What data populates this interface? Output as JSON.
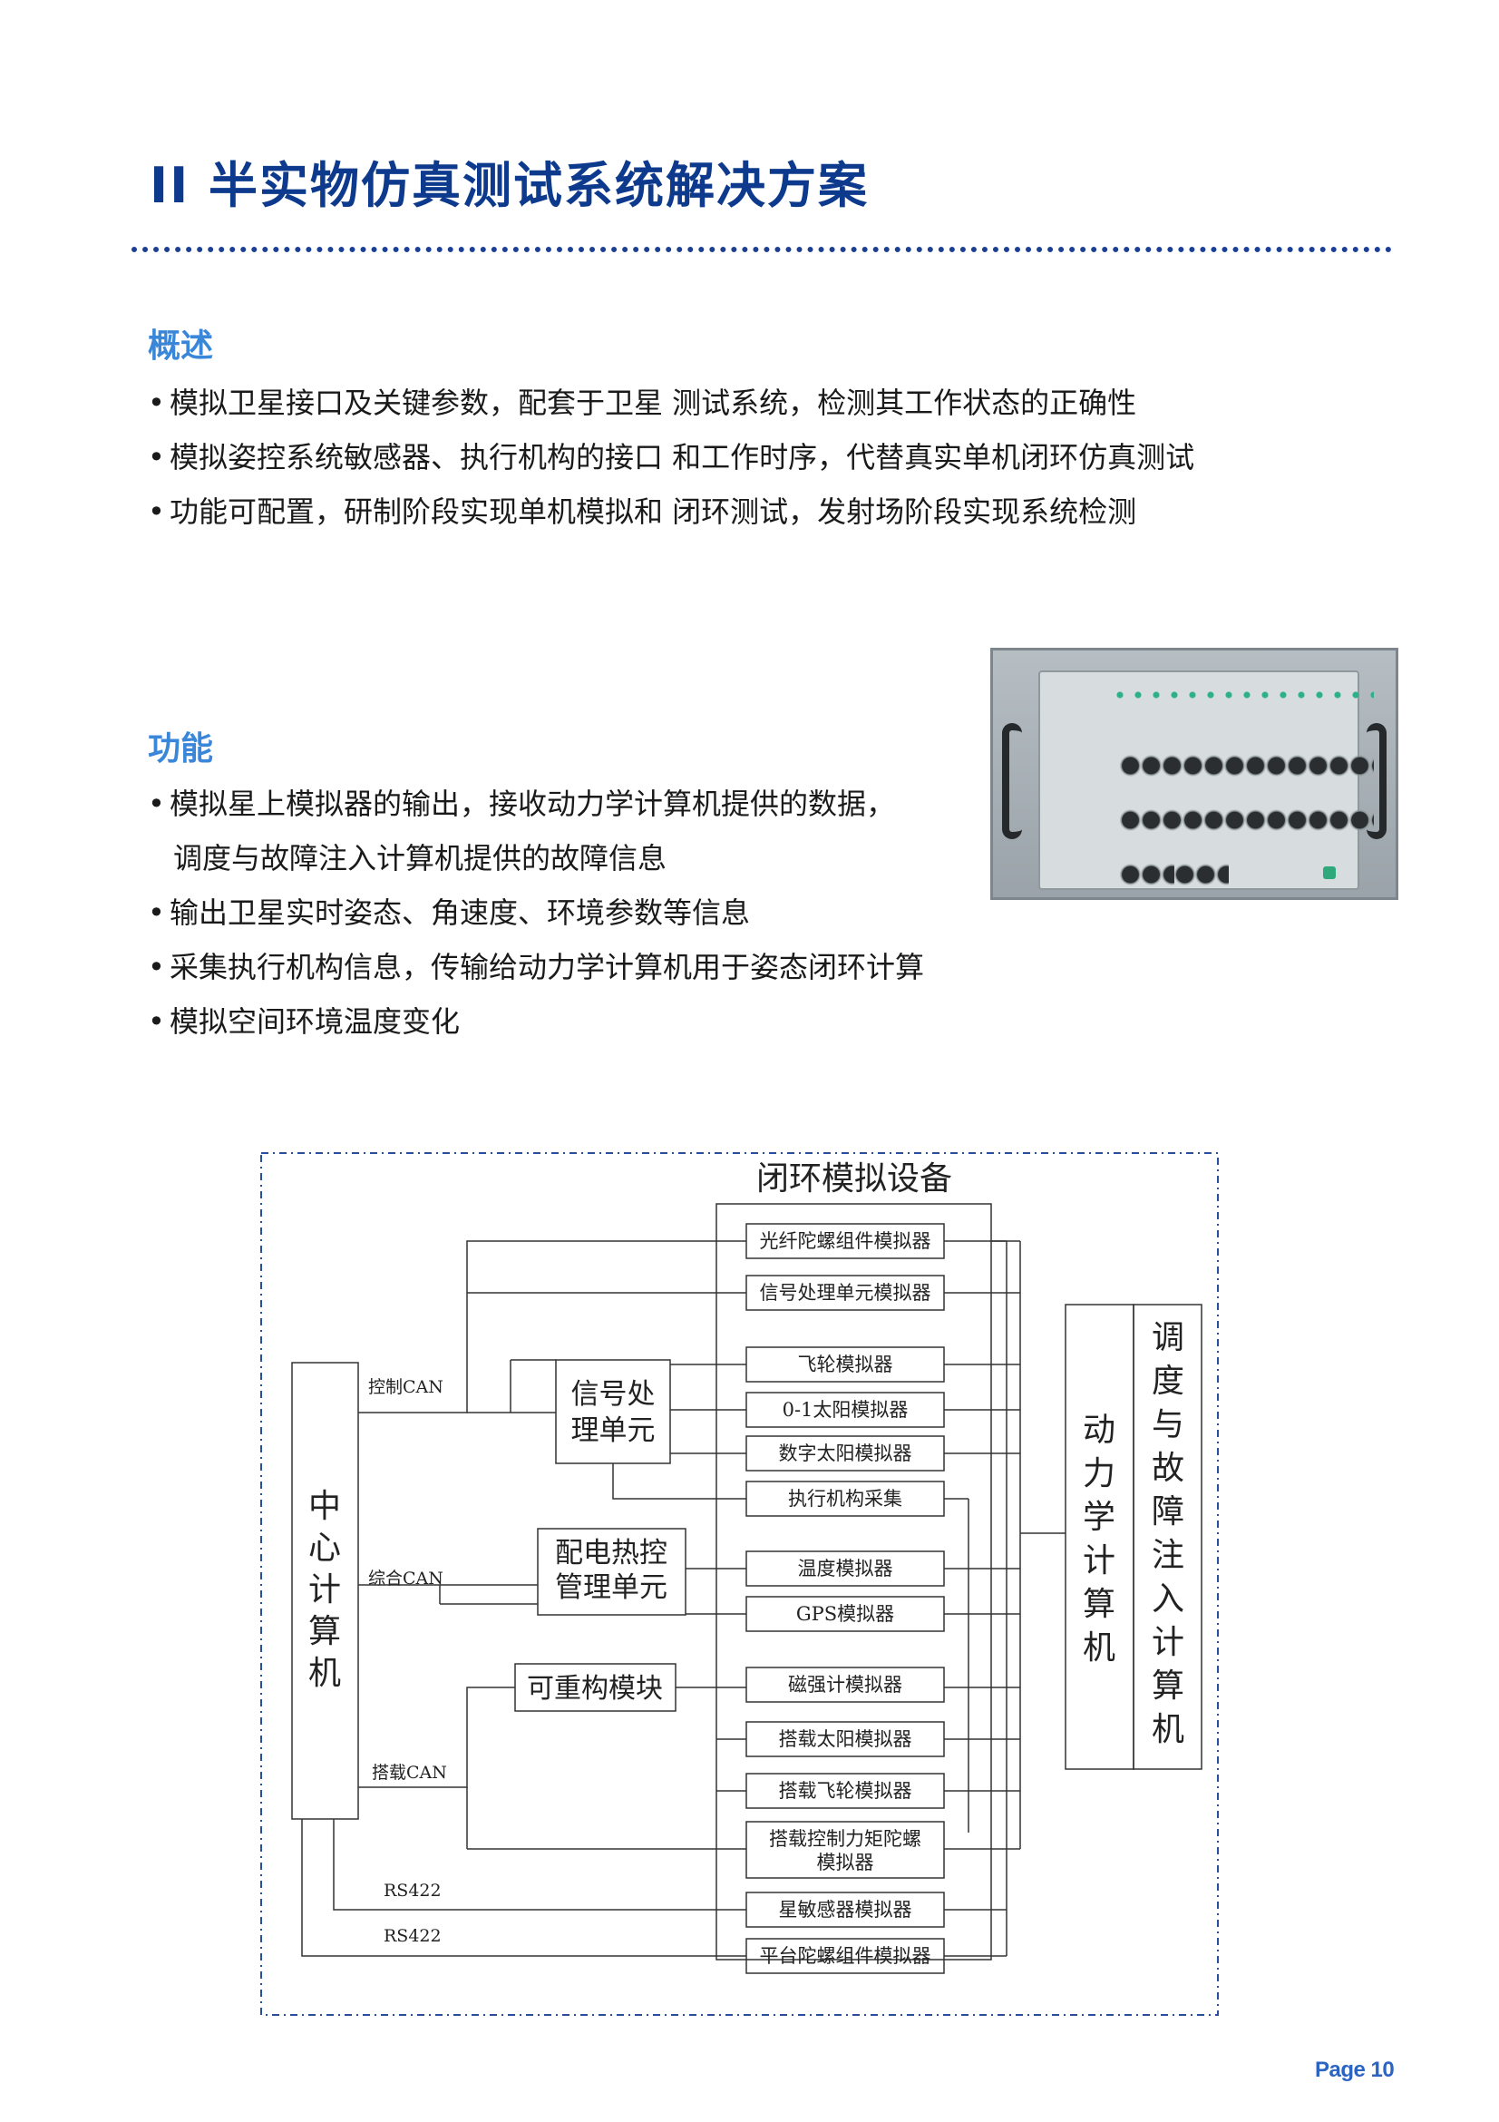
{
  "page": {
    "title": "II 半实物仿真测试系统解决方案",
    "number": "Page 10"
  },
  "overview": {
    "heading": "概述",
    "items": [
      "模拟卫星接口及关键参数，配套于卫星   测试系统，检测其工作状态的正确性",
      "模拟姿控系统敏感器、执行机构的接口   和工作时序，代替真实单机闭环仿真测试",
      "功能可配置，研制阶段实现单机模拟和   闭环测试，发射场阶段实现系统检测"
    ]
  },
  "functions": {
    "heading": "功能",
    "items": [
      "模拟星上模拟器的输出，接收动力学计算机提供的数据，",
      "调度与故障注入计算机提供的故障信息",
      "输出卫星实时姿态、角速度、环境参数等信息",
      "采集执行机构信息，传输给动力学计算机用于姿态闭环计算",
      "模拟空间环境温度变化"
    ]
  },
  "diagram": {
    "group_title": "闭环模拟设备",
    "center_computer": [
      "中",
      "心",
      "计",
      "算",
      "机"
    ],
    "bus_labels": {
      "control": "控制CAN",
      "integrated": "综合CAN",
      "payload": "搭载CAN",
      "rs422_a": "RS422",
      "rs422_b": "RS422"
    },
    "signal_unit": [
      "信号处",
      "理单元"
    ],
    "power_unit": [
      "配电热控",
      "管理单元"
    ],
    "reconfig_module": "可重构模块",
    "simulators": [
      "光纤陀螺组件模拟器",
      "信号处理单元模拟器",
      "飞轮模拟器",
      "0-1太阳模拟器",
      "数字太阳模拟器",
      "执行机构采集",
      "温度模拟器",
      "GPS模拟器",
      "磁强计模拟器",
      "搭载太阳模拟器",
      "搭载飞轮模拟器",
      "搭载控制力矩陀螺",
      "模拟器",
      "星敏感器模拟器",
      "平台陀螺组件模拟器"
    ],
    "dynamics_computer": [
      "动",
      "力",
      "学",
      "计",
      "算",
      "机"
    ],
    "fault_computer": [
      "调",
      "度",
      "与",
      "故",
      "障",
      "注",
      "入",
      "计",
      "算",
      "机"
    ]
  },
  "icons": {
    "panel_photo": "control-panel-photo"
  },
  "colors": {
    "title": "#0d3a8c",
    "heading": "#3a86d8",
    "rule": "#1b3f93",
    "page_number": "#2b64c2"
  }
}
